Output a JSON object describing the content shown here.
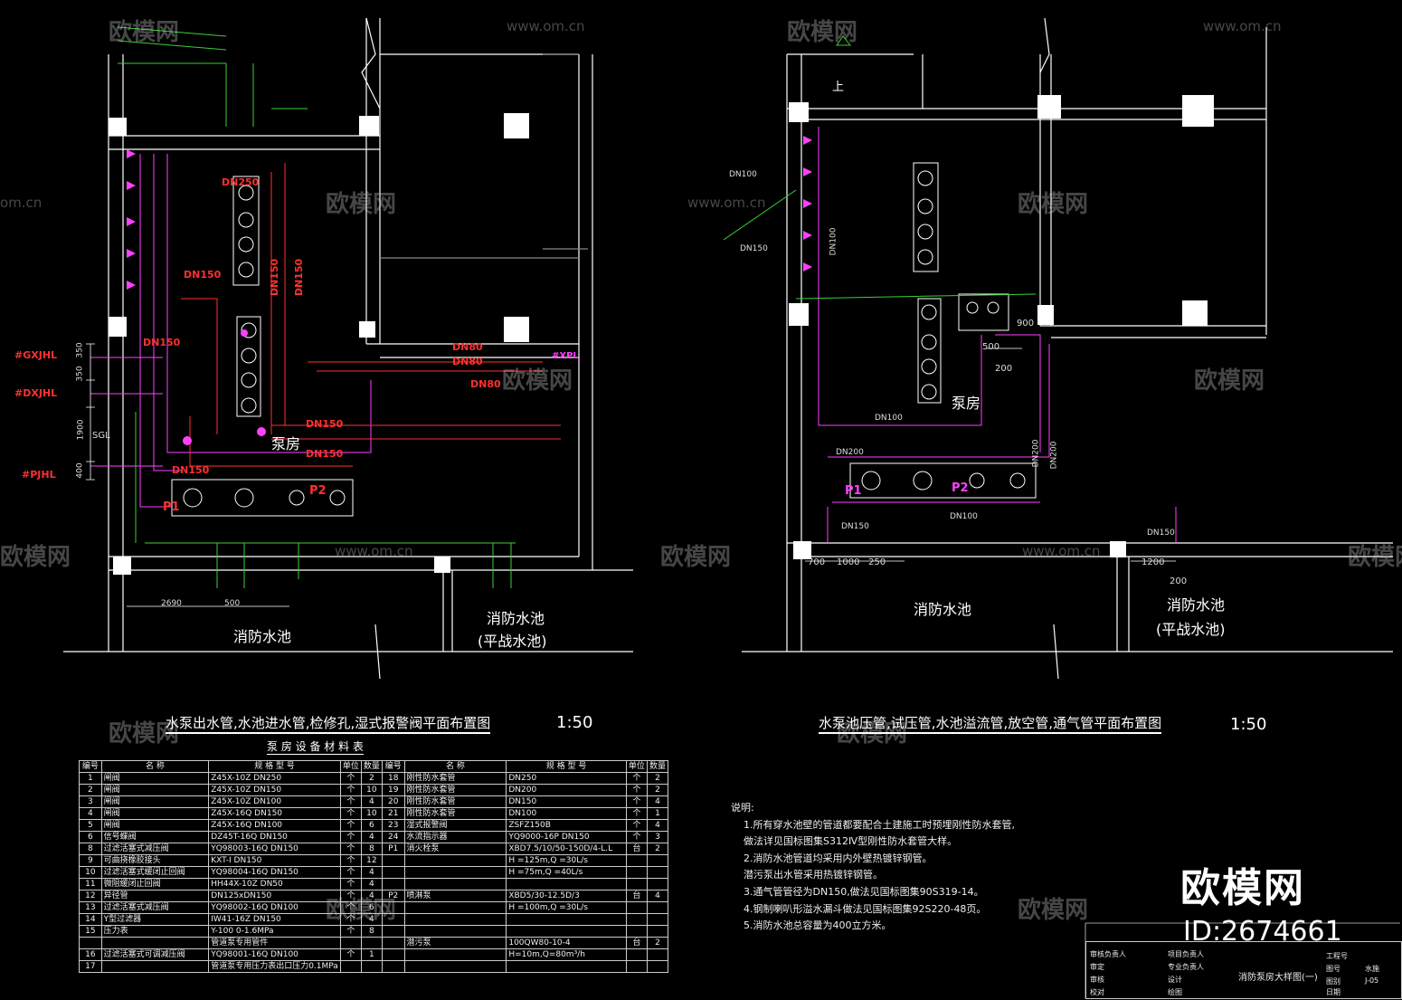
{
  "watermark": {
    "brand": "欧模网",
    "url": "www.om.cn",
    "url_partial": "om.cn"
  },
  "left_plan": {
    "title": "水泵出水管,水池进水管,检修孔,湿式报警阀平面布置图",
    "scale": "1:50",
    "rooms": {
      "pump_room": "泵房",
      "pool": "消防水池",
      "pool2_a": "消防水池",
      "pool2_b": "(平战水池)"
    },
    "pipe_labels": [
      "DN250",
      "DN150",
      "DN150",
      "DN150",
      "DN150",
      "DN150",
      "DN150",
      "DN150",
      "DN80",
      "DN80",
      "DN80"
    ],
    "risers": [
      "#GXJHL",
      "#DXJHL",
      "#PJHL",
      "SGL",
      "#XPL"
    ],
    "pumps": [
      "P1",
      "P2"
    ],
    "dims": [
      "350",
      "350",
      "1900",
      "400",
      "2690",
      "500"
    ]
  },
  "right_plan": {
    "title": "水泵池压管,试压管,水池溢流管,放空管,通气管平面布置图",
    "scale": "1:50",
    "rooms": {
      "pump_room": "泵房",
      "pool": "消防水池",
      "pool2_a": "消防水池",
      "pool2_b": "(平战水池)"
    },
    "up_label": "上",
    "pipe_labels": [
      "DN100",
      "DN150",
      "DN100",
      "DN200",
      "DN200",
      "DN200",
      "DN100",
      "DN150",
      "DN150",
      "DN100"
    ],
    "pumps": [
      "P1",
      "P2"
    ],
    "dims": [
      "900",
      "500",
      "200",
      "700",
      "1000",
      "250",
      "1200",
      "200"
    ]
  },
  "material_table": {
    "title": "泵 房 设 备 材 料 表",
    "headers": [
      "编号",
      "名 称",
      "规 格 型 号",
      "单位",
      "数量",
      "编号",
      "名 称",
      "规 格 型 号",
      "单位",
      "数量"
    ],
    "rows": [
      [
        "1",
        "闸阀",
        "Z45X-10Z  DN250",
        "个",
        "2",
        "18",
        "刚性防水套管",
        "DN250",
        "个",
        "2"
      ],
      [
        "2",
        "闸阀",
        "Z45X-10Z  DN150",
        "个",
        "10",
        "19",
        "刚性防水套管",
        "DN200",
        "个",
        "2"
      ],
      [
        "3",
        "闸阀",
        "Z45X-10Z  DN100",
        "个",
        "4",
        "20",
        "刚性防水套管",
        "DN150",
        "个",
        "4"
      ],
      [
        "4",
        "闸阀",
        "Z45X-16Q  DN150",
        "个",
        "10",
        "21",
        "刚性防水套管",
        "DN100",
        "个",
        "1"
      ],
      [
        "5",
        "闸阀",
        "Z45X-16Q  DN100",
        "个",
        "6",
        "23",
        "湿式报警阀",
        "ZSFZ150B",
        "个",
        "4"
      ],
      [
        "6",
        "信号蝶阀",
        "DZ45T-16Q  DN150",
        "个",
        "4",
        "24",
        "水流指示器",
        "YQ9000-16P  DN150",
        "个",
        "3"
      ],
      [
        "8",
        "过滤活塞式减压阀",
        "YQ98003-16Q  DN150",
        "个",
        "8",
        "P1",
        "消火栓泵",
        "XBD7.5/10/50-150D/4-L.L",
        "台",
        "2"
      ],
      [
        "9",
        "可曲挠橡胶接头",
        "KXT-I  DN150",
        "个",
        "12",
        "",
        "",
        "H =125m,Q =30L/s",
        "",
        ""
      ],
      [
        "10",
        "过滤活塞式缓闭止回阀",
        "YQ98004-16Q  DN150",
        "个",
        "4",
        "",
        "",
        "H =75m,Q =40L/s",
        "",
        ""
      ],
      [
        "11",
        "微阻缓闭止回阀",
        "HH44X-10Z  DN50",
        "个",
        "4",
        "",
        "",
        "",
        "",
        ""
      ],
      [
        "12",
        "异径管",
        "DN125xDN150",
        "个",
        "4",
        "P2",
        "喷淋泵",
        "XBD5/30-12.5D/3",
        "台",
        "4"
      ],
      [
        "13",
        "过滤活塞式减压阀",
        "YQ98002-16Q  DN100",
        "个",
        "6",
        "",
        "",
        "H =100m,Q =30L/s",
        "",
        ""
      ],
      [
        "14",
        "Y型过滤器",
        "IW41-16Z  DN150",
        "个",
        "4",
        "",
        "",
        "",
        "",
        ""
      ],
      [
        "15",
        "压力表",
        "Y-100  0-1.6MPa",
        "个",
        "8",
        "",
        "",
        "",
        "",
        ""
      ],
      [
        "",
        "",
        "管道泵专用管件",
        "",
        "",
        "",
        "潜污泵",
        "100QW80-10-4",
        "台",
        "2"
      ],
      [
        "16",
        "过滤活塞式可调减压阀",
        "YQ98001-16Q  DN100",
        "个",
        "1",
        "",
        "",
        "H=10m,Q=80m³/h",
        "",
        ""
      ],
      [
        "17",
        "",
        "管道泵专用压力表出口压力0.1MPa",
        "",
        "",
        "",
        "",
        "",
        "",
        ""
      ]
    ]
  },
  "notes": {
    "heading": "说明:",
    "lines": [
      "1.所有穿水池壁的管道都要配合土建施工时预埋刚性防水套管,",
      "   做法详见国标图集S312Ⅳ型刚性防水套管大样。",
      "2.消防水池管道均采用内外壁热镀锌钢管。",
      "   潜污泵出水管采用热镀锌钢管。",
      "3.通气管管径为DN150,做法见国标图集90S319-14。",
      "4.钢制喇叭形溢水漏斗做法见国标图集92S220-48页。",
      "5.消防水池总容量为400立方米。"
    ]
  },
  "brand_block": {
    "name": "欧模网",
    "id": "ID:2674661"
  },
  "title_block": {
    "sheet_name": "消防泵房大样图(一)",
    "cells": [
      "审核负责人",
      "项目负责人",
      "专业负责人",
      "审定",
      "审核",
      "设计",
      "校对",
      "绘图",
      "工程号",
      "图号",
      "水施",
      "图别",
      "日期",
      "J-05"
    ]
  },
  "colors": {
    "bg": "#000000",
    "wall": "#ffffff",
    "fire_pipe": "#ff3030",
    "spray_pipe": "#ff40ff",
    "leader": "#37d037"
  }
}
